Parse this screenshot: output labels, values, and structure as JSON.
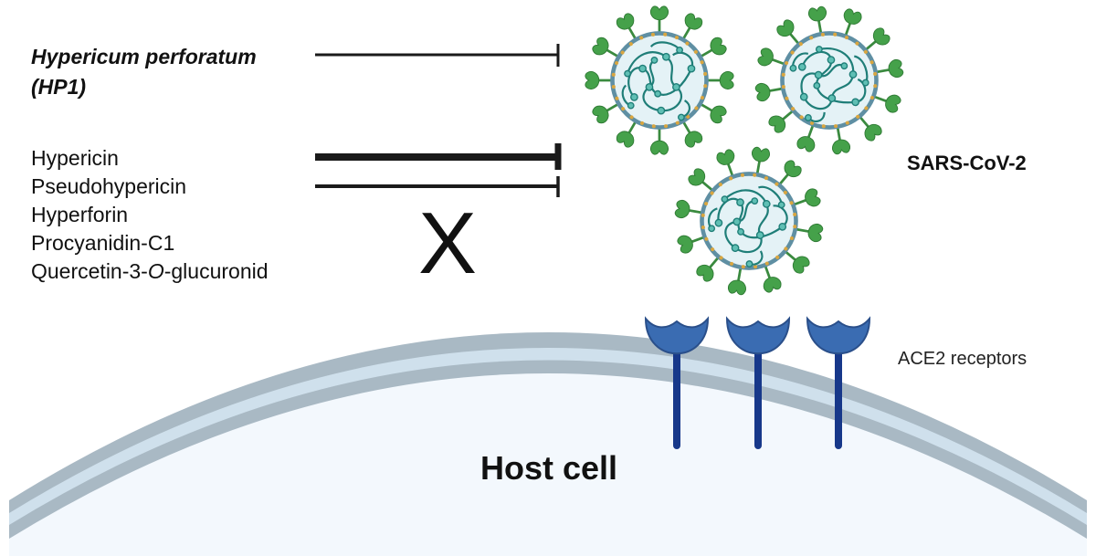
{
  "plant": {
    "name_line1": "Hypericum perforatum",
    "name_line2": "(HP1)"
  },
  "compounds": {
    "hypericin": "Hypericin",
    "pseudohypericin": "Pseudohypericin",
    "hyperforin": "Hyperforin",
    "procyanidin": "Procyanidin-C1",
    "quercetin_prefix": "Quercetin-3-",
    "quercetin_italic": "O",
    "quercetin_suffix": "-glucuronid"
  },
  "no_effect_mark": "X",
  "virus_label": "SARS-CoV-2",
  "receptor_label": "ACE2 receptors",
  "cell_label": "Host cell",
  "colors": {
    "membrane_outer": "#a9b9c4",
    "membrane_inner": "#cfe0ec",
    "cytoplasm": "#f3f8fd",
    "receptor_head": "#3a6cb2",
    "receptor_stalk": "#17388a",
    "virus_spike": "#45a14a",
    "virus_envelope": "#5f8fa3",
    "virus_interior": "#e4f2f6",
    "rna": "#1f7e78",
    "inhibitor_line": "#1a1a1a"
  }
}
